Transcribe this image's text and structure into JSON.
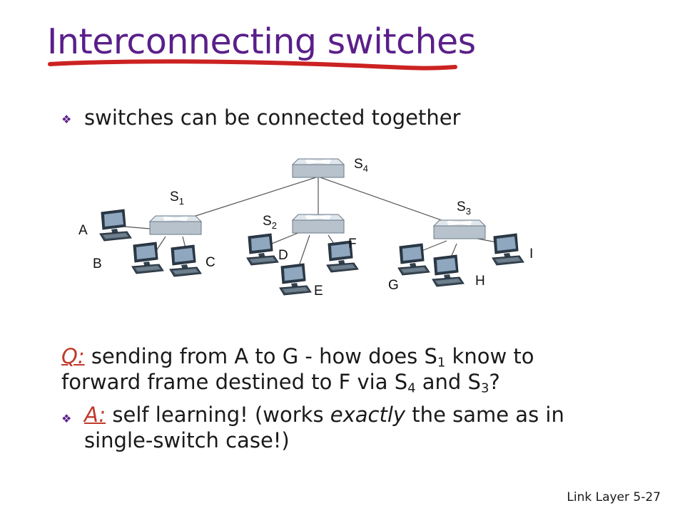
{
  "slide": {
    "title": "Interconnecting switches",
    "bullet1": "switches can be connected together",
    "question": {
      "label": "Q:",
      "part1": " sending from A to G - how does S",
      "sub1": "1",
      "part2": " know to forward frame destined to F via S",
      "sub2": "4",
      "part3": " and S",
      "sub3": "3",
      "part4": "?"
    },
    "answer": {
      "label": "A:",
      "part1": " self learning! (works ",
      "emph": "exactly",
      "part2": " the same as in single-switch case!)"
    },
    "footer": {
      "section": "Link Layer",
      "page": "5-27"
    }
  },
  "diagram": {
    "switches": {
      "s1": {
        "main": "S",
        "sub": "1"
      },
      "s2": {
        "main": "S",
        "sub": "2"
      },
      "s3": {
        "main": "S",
        "sub": "3"
      },
      "s4": {
        "main": "S",
        "sub": "4"
      }
    },
    "hosts": {
      "a": "A",
      "b": "B",
      "c": "C",
      "d": "D",
      "e": "E",
      "f": "F",
      "g": "G",
      "h": "H",
      "i": "I"
    }
  },
  "colors": {
    "title": "#5a1f8a",
    "underline_stroke": "#cc2222",
    "answer_label": "#c0392b",
    "switch_body": "#b7c2cc",
    "switch_top": "#dfe6ec"
  }
}
